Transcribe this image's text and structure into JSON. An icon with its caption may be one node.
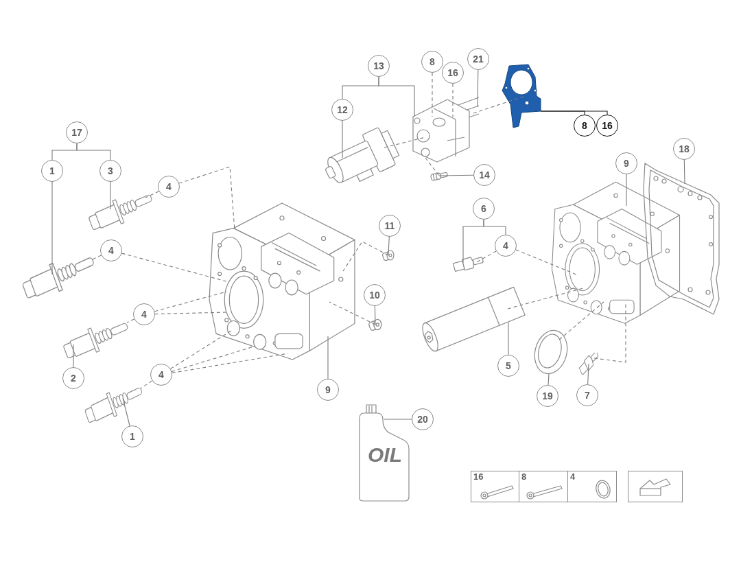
{
  "diagram": {
    "nodes": [
      {
        "text": [
          "13"
        ]
      },
      {
        "text": [
          "12"
        ]
      },
      {
        "text": [
          "8"
        ]
      },
      {
        "text": [
          "16"
        ]
      },
      {
        "text": [
          "21"
        ]
      },
      {
        "text": [
          "8"
        ]
      },
      {
        "text": [
          "16"
        ]
      },
      {
        "text": [
          "14"
        ]
      },
      {
        "text": [
          "17"
        ]
      },
      {
        "text": [
          "1"
        ]
      },
      {
        "text": [
          "3"
        ]
      },
      {
        "text": [
          "4"
        ]
      },
      {
        "text": [
          "4"
        ]
      },
      {
        "text": [
          "4"
        ]
      },
      {
        "text": [
          "2"
        ]
      },
      {
        "text": [
          "4"
        ]
      },
      {
        "text": [
          "1"
        ]
      },
      {
        "text": [
          "11"
        ]
      },
      {
        "text": [
          "10"
        ]
      },
      {
        "text": [
          "9"
        ]
      },
      {
        "text": [
          "6"
        ]
      },
      {
        "text": [
          "4"
        ]
      },
      {
        "text": [
          "5"
        ]
      },
      {
        "text": [
          "19"
        ]
      },
      {
        "text": [
          "7"
        ]
      },
      {
        "text": [
          "9"
        ]
      },
      {
        "text": [
          "18"
        ]
      },
      {
        "text": [
          "20"
        ]
      },
      {
        "text": [],
        "shape": "picture"
      },
      {
        "text": [],
        "shape": "picture"
      },
      {
        "text": [],
        "shape": "picture"
      },
      {
        "text": [],
        "shape": "picture"
      },
      {
        "text": [],
        "shape": "picture"
      },
      {
        "text": [],
        "shape": "picture"
      },
      {
        "text": [],
        "shape": "picture"
      },
      {
        "text": [],
        "shape": "picture"
      },
      {
        "text": [],
        "shape": "picture"
      },
      {
        "text": [],
        "shape": "picture"
      },
      {
        "text": [],
        "shape": "picture"
      },
      {
        "text": [],
        "shape": "picture"
      },
      {
        "text": [],
        "shape": "picture"
      },
      {
        "text": [],
        "shape": "picture"
      },
      {
        "text": [],
        "shape": "picture"
      },
      {
        "text": [],
        "shape": "picture"
      },
      {
        "text": [],
        "shape": "picture"
      },
      {
        "text": [
          "OIL"
        ]
      }
    ],
    "edges": [
      {
        "from": 0,
        "to": 1,
        "arrow": "none"
      },
      {
        "from": 0,
        "to": 29,
        "arrow": "none"
      },
      {
        "from": 1,
        "to": 28,
        "arrow": "none"
      },
      {
        "from": 2,
        "to": 29,
        "arrow": "none",
        "style": "dashed"
      },
      {
        "from": 3,
        "to": 29,
        "arrow": "none",
        "style": "dashed"
      },
      {
        "from": 4,
        "to": 29,
        "arrow": "none"
      },
      {
        "from": 5,
        "to": 30,
        "arrow": "none",
        "color": "#1a1a1a"
      },
      {
        "from": 6,
        "to": 30,
        "arrow": "none",
        "color": "#1a1a1a"
      },
      {
        "from": 7,
        "to": 31,
        "arrow": "none"
      },
      {
        "from": 8,
        "to": 9,
        "arrow": "none"
      },
      {
        "from": 8,
        "to": 10,
        "arrow": "none"
      },
      {
        "from": 9,
        "to": 33,
        "arrow": "none"
      },
      {
        "from": 10,
        "to": 32,
        "arrow": "none"
      },
      {
        "from": 11,
        "to": 32,
        "arrow": "none",
        "style": "dashed"
      },
      {
        "from": 11,
        "to": 36,
        "arrow": "none",
        "style": "dashed"
      },
      {
        "from": 12,
        "to": 33,
        "arrow": "none",
        "style": "dashed"
      },
      {
        "from": 12,
        "to": 36,
        "arrow": "none",
        "style": "dashed"
      },
      {
        "from": 13,
        "to": 34,
        "arrow": "none",
        "style": "dashed"
      },
      {
        "from": 13,
        "to": 36,
        "arrow": "none",
        "style": "dashed"
      },
      {
        "from": 13,
        "to": 36,
        "arrow": "none",
        "style": "dashed"
      },
      {
        "from": 14,
        "to": 34,
        "arrow": "none"
      },
      {
        "from": 15,
        "to": 35,
        "arrow": "none",
        "style": "dashed"
      },
      {
        "from": 15,
        "to": 36,
        "arrow": "none",
        "style": "dashed"
      },
      {
        "from": 15,
        "to": 36,
        "arrow": "none",
        "style": "dashed"
      },
      {
        "from": 15,
        "to": 36,
        "arrow": "none",
        "style": "dashed"
      },
      {
        "from": 16,
        "to": 35,
        "arrow": "none"
      },
      {
        "from": 17,
        "to": 37,
        "arrow": "none"
      },
      {
        "from": 37,
        "to": 36,
        "arrow": "none",
        "style": "dashed"
      },
      {
        "from": 18,
        "to": 38,
        "arrow": "none"
      },
      {
        "from": 38,
        "to": 36,
        "arrow": "none",
        "style": "dashed"
      },
      {
        "from": 19,
        "to": 36,
        "arrow": "none"
      },
      {
        "from": 20,
        "to": 39,
        "arrow": "none"
      },
      {
        "from": 20,
        "to": 21,
        "arrow": "none"
      },
      {
        "from": 21,
        "to": 39,
        "arrow": "none",
        "style": "dashed"
      },
      {
        "from": 21,
        "to": 43,
        "arrow": "none",
        "style": "dashed"
      },
      {
        "from": 40,
        "to": 43,
        "arrow": "none",
        "style": "dashed"
      },
      {
        "from": 41,
        "to": 43,
        "arrow": "none",
        "style": "dashed"
      },
      {
        "from": 42,
        "to": 43,
        "arrow": "none",
        "style": "dashed"
      },
      {
        "from": 22,
        "to": 40,
        "arrow": "none"
      },
      {
        "from": 23,
        "to": 41,
        "arrow": "none"
      },
      {
        "from": 24,
        "to": 42,
        "arrow": "none"
      },
      {
        "from": 25,
        "to": 43,
        "arrow": "none"
      },
      {
        "from": 26,
        "to": 44,
        "arrow": "none"
      },
      {
        "from": 27,
        "to": 45,
        "arrow": "none"
      },
      {
        "from": 28,
        "to": 29,
        "arrow": "none",
        "style": "dashed"
      },
      {
        "from": 29,
        "to": 30,
        "arrow": "none",
        "style": "dashed"
      },
      {
        "from": 29,
        "to": 31,
        "arrow": "none",
        "style": "dashed"
      }
    ],
    "labels": [
      "16",
      "8",
      "4"
    ]
  }
}
